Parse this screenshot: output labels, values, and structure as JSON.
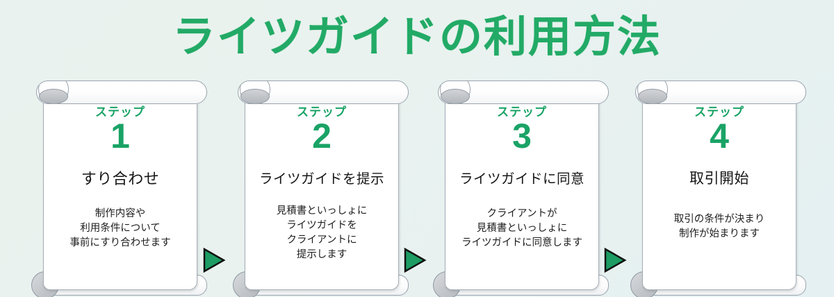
{
  "title": "ライツガイドの利用方法",
  "theme": {
    "accent_green": "#1aa366",
    "title_green": "#22aa66",
    "text_dark": "#161616",
    "paper_white": "#ffffff",
    "roll_gray": "#c4c7cb",
    "background": "#e9f2ee"
  },
  "steps": [
    {
      "step_label": "ステップ",
      "number": "1",
      "title": "すり合わせ",
      "body": "制作内容や\n利用条件について\n事前にすり合わせます"
    },
    {
      "step_label": "ステップ",
      "number": "2",
      "title": "ライツガイドを提示",
      "body": "見積書といっしょに\nライツガイドを\nクライアントに\n提示します"
    },
    {
      "step_label": "ステップ",
      "number": "3",
      "title": "ライツガイドに同意",
      "body": "クライアントが\n見積書といっしょに\nライツガイドに同意します"
    },
    {
      "step_label": "ステップ",
      "number": "4",
      "title": "取引開始",
      "body": "取引の条件が決まり\n制作が始まります"
    }
  ],
  "connectors": [
    {
      "icon": "arrow-right-triangle-icon"
    },
    {
      "icon": "arrow-right-triangle-icon"
    },
    {
      "icon": "arrow-right-triangle-icon"
    }
  ]
}
